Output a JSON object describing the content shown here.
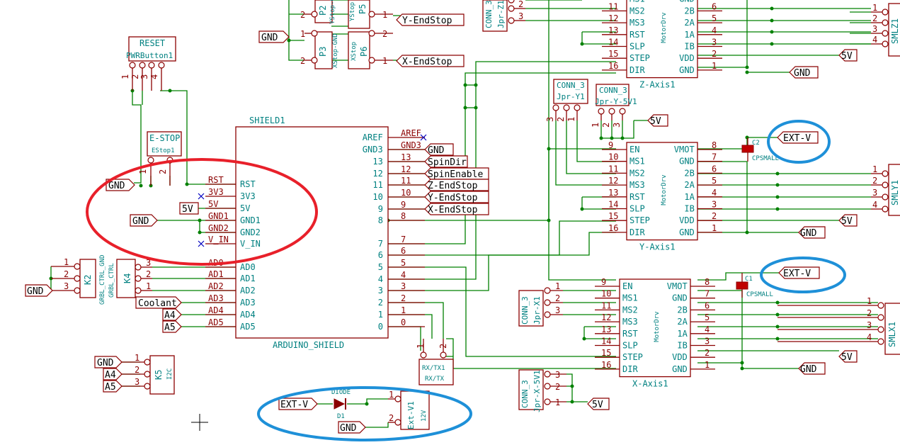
{
  "shield": {
    "ref": "SHIELD1",
    "value": "ARDUINO_SHIELD",
    "left_pins": [
      "RST",
      "3V3",
      "5V",
      "GND1",
      "GND2",
      "V_IN",
      "AD0",
      "AD1",
      "AD2",
      "AD3",
      "AD4",
      "AD5"
    ],
    "right_pins": [
      "AREF",
      "GND3",
      "13",
      "12",
      "11",
      "10",
      "9",
      "8",
      "7",
      "6",
      "5",
      "4",
      "3",
      "2",
      "1",
      "0"
    ],
    "left_nets": [
      "RST",
      "3V3",
      "5V",
      "GND1",
      "GND2",
      "V_IN",
      "AD0",
      "AD1",
      "AD2",
      "AD3",
      "AD4",
      "AD5"
    ],
    "right_nets": [
      "AREF",
      "GND3",
      "13",
      "12",
      "11",
      "10",
      "9",
      "8",
      "7",
      "6",
      "5",
      "4",
      "3",
      "2",
      "1",
      "0"
    ]
  },
  "global_labels": {
    "gnd": "GND",
    "v5": "5V",
    "ext_v": "EXT-V",
    "spin_dir": "SpinDir",
    "spin_enable": "SpinEnable",
    "z_endstop": "Z-EndStop",
    "y_endstop": "Y-EndStop",
    "x_endstop": "X-EndStop",
    "coolant": "Coolant",
    "a4": "A4",
    "a5": "A5"
  },
  "reset": {
    "ref": "RESET",
    "value": "PWRButton1",
    "pins": [
      "1",
      "2",
      "3",
      "4"
    ]
  },
  "estop": {
    "ref": "E-STOP",
    "value": "EStop1",
    "pins": [
      "1",
      "2"
    ]
  },
  "endstops": {
    "p2": "P2",
    "p2_val": "YStop-G",
    "p5": "P5",
    "p5_val": "YStop",
    "p3": "P3",
    "p3_val": "XStop-GND",
    "p6": "P6",
    "p6_val": "XStop"
  },
  "drivers": {
    "pin_names_left": [
      "EN",
      "MS1",
      "MS2",
      "MS3",
      "RST",
      "SLP",
      "STEP",
      "DIR"
    ],
    "pin_names_right": [
      "VMOT",
      "GND",
      "2B",
      "2A",
      "1A",
      "IB",
      "VDD",
      "GND"
    ],
    "pin_nums_left": [
      "9",
      "10",
      "11",
      "12",
      "13",
      "14",
      "15",
      "16"
    ],
    "pin_nums_right": [
      "8",
      "7",
      "6",
      "5",
      "4",
      "3",
      "2",
      "1"
    ],
    "center": "MotorDrv",
    "z_name": "Z-Axis1",
    "y_name": "Y-Axis1",
    "x_name": "X-Axis1"
  },
  "jumpers": {
    "conn3": "CONN_3",
    "jpr_z1": "Jpr-Z1",
    "jpr_y1": "Jpr-Y1",
    "jpr_y_5v1": "Jpr-Y-5V1",
    "jpr_x1": "Jpr-X1",
    "jpr_x_5v1": "Jpr-X-5V1",
    "pins": [
      "1",
      "2",
      "3"
    ]
  },
  "motors": {
    "z": "SMLZ1",
    "y": "SMLY1",
    "x": "SMLX1",
    "pins": [
      "1",
      "2",
      "3",
      "4"
    ]
  },
  "caps": {
    "c1": "C1",
    "c2": "C2",
    "type": "CPSMALL"
  },
  "k2": {
    "ref": "K2",
    "value": "GRBL_CTRL_GND"
  },
  "k4": {
    "ref": "K4",
    "value": "GRBL_CTRL"
  },
  "k5": {
    "ref": "K5",
    "value": "I2C"
  },
  "rxtx": {
    "value": "RX/TX1",
    "sub": "RX/TX"
  },
  "diode": {
    "type": "DIODE",
    "ref": "D1"
  },
  "ext_v1": {
    "ref": "Ext-V1",
    "value": "12V"
  },
  "annotations": {
    "red_ellipse_color": "#e8202a",
    "blue_ellipse_color": "#1e90d8"
  }
}
